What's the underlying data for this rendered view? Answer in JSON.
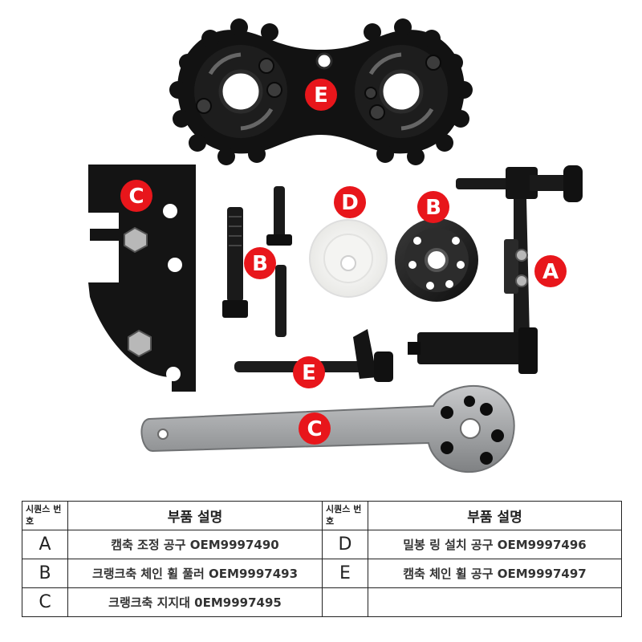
{
  "labels": {
    "top_e": "E",
    "bracket_c": "C",
    "bolt_b": "B",
    "plastic_d": "D",
    "hub_b": "B",
    "adjuster_a": "A",
    "pin_e": "E",
    "wrench_c": "C"
  },
  "table": {
    "seq_header": "시퀀스 번호",
    "desc_header": "부품 설명",
    "rows": [
      {
        "left_code": "A",
        "left_desc": "캠축 조정 공구 OEM9997490",
        "right_code": "D",
        "right_desc": "밀봉 링 설치 공구 OEM9997496"
      },
      {
        "left_code": "B",
        "left_desc": "크랭크축 체인 휠 풀러 OEM9997493",
        "right_code": "E",
        "right_desc": "캠축 체인 휠 공구 OEM9997497"
      },
      {
        "left_code": "C",
        "left_desc": "크랭크축 지지대 0EM9997495",
        "right_code": "",
        "right_desc": ""
      }
    ]
  },
  "colors": {
    "label_red": "#e8161b",
    "steel_dark": "#1c1c1c",
    "steel_silver": "#a7a9ab"
  }
}
